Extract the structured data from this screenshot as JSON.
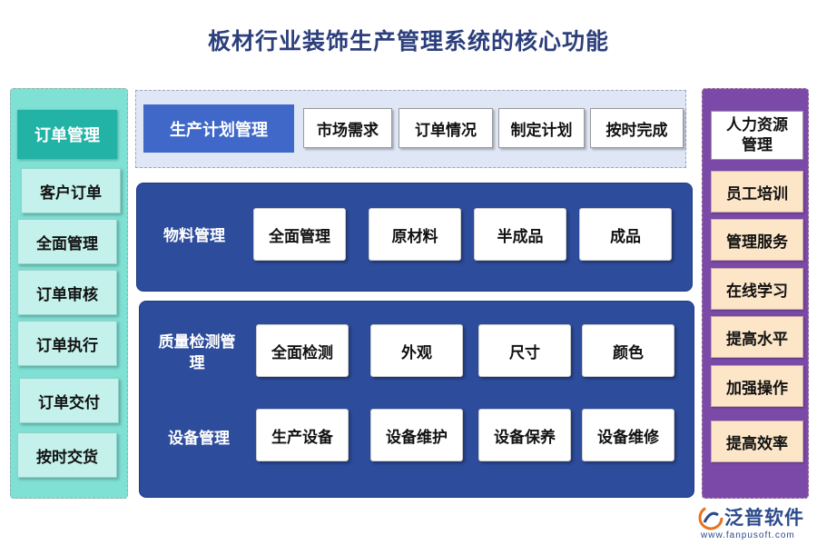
{
  "title": "板材行业装饰生产管理系统的核心功能",
  "order_section": {
    "title": "订单管理",
    "items": [
      "客户订单",
      "全面管理",
      "订单审核",
      "订单执行",
      "订单交付",
      "按时交货"
    ]
  },
  "hr_section": {
    "title": "人力资源管理",
    "items": [
      "员工培训",
      "管理服务",
      "在线学习",
      "提高水平",
      "加强操作",
      "提高效率"
    ]
  },
  "production_plan": {
    "title": "生产计划管理",
    "items": [
      "市场需求",
      "订单情况",
      "制定计划",
      "按时完成"
    ]
  },
  "material": {
    "title": "物料管理",
    "items": [
      "全面管理",
      "原材料",
      "半成品",
      "成品"
    ]
  },
  "quality": {
    "title": "质量检测管理",
    "items": [
      "全面检测",
      "外观",
      "尺寸",
      "颜色"
    ]
  },
  "equipment": {
    "title": "设备管理",
    "items": [
      "生产设备",
      "设备维护",
      "设备保养",
      "设备维修"
    ]
  },
  "logo": {
    "name": "泛普软件",
    "url": "www.fanpusoft.com"
  },
  "colors": {
    "title": "#2c3f7c",
    "left_panel": "#7fe0d4",
    "left_head": "#23b3a6",
    "right_panel": "#7b4aa8",
    "plan_head": "#3f68c8",
    "blue_panel": "#2d4c9c"
  }
}
